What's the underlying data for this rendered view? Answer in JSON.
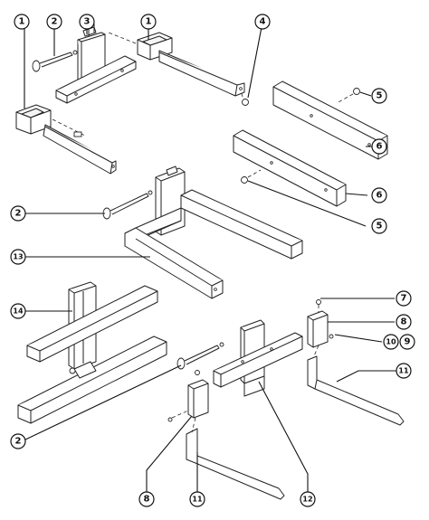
{
  "diagram": {
    "callouts": [
      {
        "id": "c1a",
        "label": "1"
      },
      {
        "id": "c2a",
        "label": "2"
      },
      {
        "id": "c3",
        "label": "3"
      },
      {
        "id": "c1b",
        "label": "1"
      },
      {
        "id": "c4",
        "label": "4"
      },
      {
        "id": "c5a",
        "label": "5"
      },
      {
        "id": "c6a",
        "label": "6"
      },
      {
        "id": "c6b",
        "label": "6"
      },
      {
        "id": "c5b",
        "label": "5"
      },
      {
        "id": "c2b",
        "label": "2"
      },
      {
        "id": "c13",
        "label": "13"
      },
      {
        "id": "c14",
        "label": "14"
      },
      {
        "id": "c7",
        "label": "7"
      },
      {
        "id": "c8a",
        "label": "8"
      },
      {
        "id": "c10",
        "label": "10"
      },
      {
        "id": "c9",
        "label": "9"
      },
      {
        "id": "c11a",
        "label": "11"
      },
      {
        "id": "c2c",
        "label": "2"
      },
      {
        "id": "c8b",
        "label": "8"
      },
      {
        "id": "c11b",
        "label": "11"
      },
      {
        "id": "c12",
        "label": "12"
      }
    ]
  }
}
